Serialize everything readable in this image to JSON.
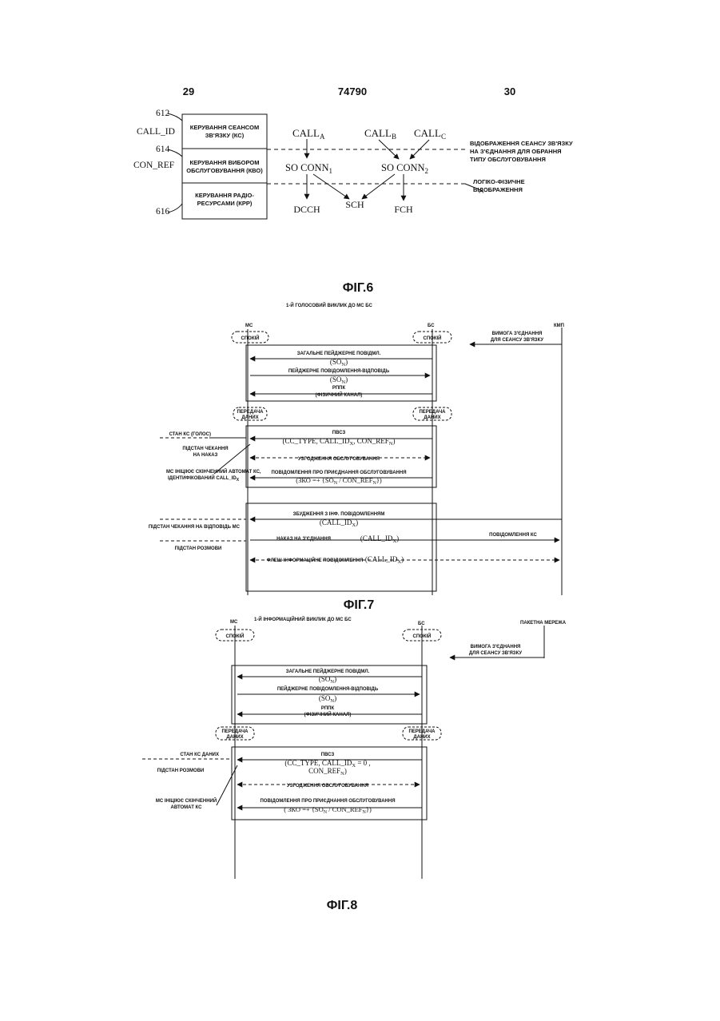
{
  "header": {
    "page_left": "29",
    "patent_number": "74790",
    "page_right": "30"
  },
  "fig6": {
    "caption": "ФІГ.6",
    "blocks": [
      {
        "ref": "612",
        "label": "CALL_ID",
        "text1": "КЕРУВАННЯ СЕАНСОМ",
        "text2": "ЗВ'ЯЗКУ (КС)"
      },
      {
        "ref": "614",
        "label": "CON_REF",
        "text1": "КЕРУВАННЯ ВИБОРОМ",
        "text2": "ОБСЛУГОВУВАННЯ (КВО)"
      },
      {
        "ref": "616",
        "label": "",
        "text1": "КЕРУВАННЯ РАДІО-",
        "text2": "РЕСУРСАМИ (КРР)"
      }
    ],
    "calls": {
      "a": "CALL",
      "a_sub": "A",
      "b": "CALL",
      "b_sub": "B",
      "c": "CALL",
      "c_sub": "C"
    },
    "conns": {
      "c1": "SO CONN",
      "c1_sub": "1",
      "c2": "SO CONN",
      "c2_sub": "2"
    },
    "channels": {
      "dcch": "DCCH",
      "sch": "SCH",
      "fch": "FCH"
    },
    "notes": {
      "upper": [
        "ВІДОБРАЖЕННЯ СЕАНСУ ЗВ'ЯЗКУ",
        "НА З'ЄДНАННЯ ДЛЯ ОБРАННЯ",
        "ТИПУ ОБСЛУГОВУВАННЯ"
      ],
      "lower": [
        "ЛОГІКО-ФІЗИЧНЕ",
        "ВІДОБРАЖЕННЯ"
      ]
    }
  },
  "fig7": {
    "caption": "ФІГ.7",
    "title": "1-Й ГОЛОСОВИЙ ВИКЛИК ДО МС БС",
    "ms": "МС",
    "bs": "БС",
    "kmp": "КМП",
    "idle": "СПОКІЙ",
    "transfer": [
      "ПЕРЕДАЧА",
      "ДАНИХ"
    ],
    "request": [
      "ВИМОГА З'ЄДНАННЯ",
      "ДЛЯ СЕАНСУ ЗВ'ЯЗКУ"
    ],
    "msgs": {
      "m1": "ЗАГАЛЬНЕ ПЕЙДЖЕРНЕ ПОВІДМЛ.",
      "m1b": "(SO",
      "m2": "ПЕЙДЖЕРНЕ ПОВІДОМЛЕННЯ-ВІДПОВІДЬ",
      "m3a": "РППК",
      "m3b": "(ФІЗИЧНИЙ КАНАЛ)",
      "m4a": "ПВСЗ",
      "m4b": "(CC_TYPE, CALL_ID",
      "m4c": ", CON_REF",
      "m5": "УЗГОДЖЕННЯ ОБСЛУГОВУВАННЯ",
      "m6": "ПОВІДОМЛЕННЯ ПРО ПРИЄДНАННЯ ОБСЛУГОВУВАННЯ",
      "m6b": "(ЗКО =+ {SO",
      "m6c": " / CON_REF",
      "m7": "ЗБУДЖЕННЯ З ІНФ. ПОВІДОМЛЕННЯМ",
      "m7b": "(CALL_ID",
      "m8": "НАКАЗ НА З'ЄДНАННЯ",
      "m8b": "(CALL_ID",
      "m8c": "ПОВІДОМЛЕННЯ КС",
      "m9": "ФЛЕШ-ІНФОРМАЦІЙНЕ ПОВІДОМЛЕННЯ",
      "m9b": "(CALL_ID"
    },
    "states": {
      "s1": "СТАН КС (ГОЛОС)",
      "s2a": "ПІДСТАН ЧЕКАННЯ",
      "s2b": "НА НАКАЗ",
      "s3a": "МС ІНІЦІЮЄ СКІНЧЕННИЙ АВТОМАТ КС,",
      "s3b": "ІДЕНТИФІКОВАНИЙ CALL_ID",
      "s4": "ПІДСТАН ЧЕКАННЯ НА ВІДПОВІДЬ МС",
      "s5": "ПІДСТАН РОЗМОВИ"
    }
  },
  "fig8": {
    "caption": "ФІГ.8",
    "title": "1-Й ІНФОРМАЦІЙНИЙ ВИКЛИК ДО МС БС",
    "ms": "МС",
    "bs": "БС",
    "net": "ПАКЕТНА МЕРЕЖА",
    "idle": "СПОКІЙ",
    "transfer": [
      "ПЕРЕДАЧА",
      "ДАНИХ"
    ],
    "request": [
      "ВИМОГА З'ЄДНАННЯ",
      "ДЛЯ СЕАНСУ ЗВ'ЯЗКУ"
    ],
    "msgs": {
      "m1": "ЗАГАЛЬНЕ ПЕЙДЖЕРНЕ ПОВІДМЛ.",
      "m2": "ПЕЙДЖЕРНЕ ПОВІДОМЛЕННЯ-ВІДПОВІДЬ",
      "m3a": "РППК",
      "m3b": "(ФІЗИЧНИЙ КАНАЛ)",
      "m4a": "ПВСЗ",
      "m4b": "(CC_TYPE, CALL_ID",
      "m4c": " = 0 ,",
      "m4d": "CON_REF",
      "m5": "УЗГОДЖЕННЯ ОБСЛУГОВУВАННЯ",
      "m6": "ПОВІДОМЛЕННЯ ПРО ПРИЄДНАННЯ ОБСЛУГОВУВАННЯ",
      "m6b": "( ЗКО =+ {SO",
      "m6c": " / CON_REF"
    },
    "states": {
      "s1": "СТАН КС ДАНИХ",
      "s2": "ПІДСТАН РОЗМОВИ",
      "s3a": "МС ІНІЦІЮЄ СКІНЧЕННИЙ",
      "s3b": "АВТОМАТ КС"
    }
  }
}
